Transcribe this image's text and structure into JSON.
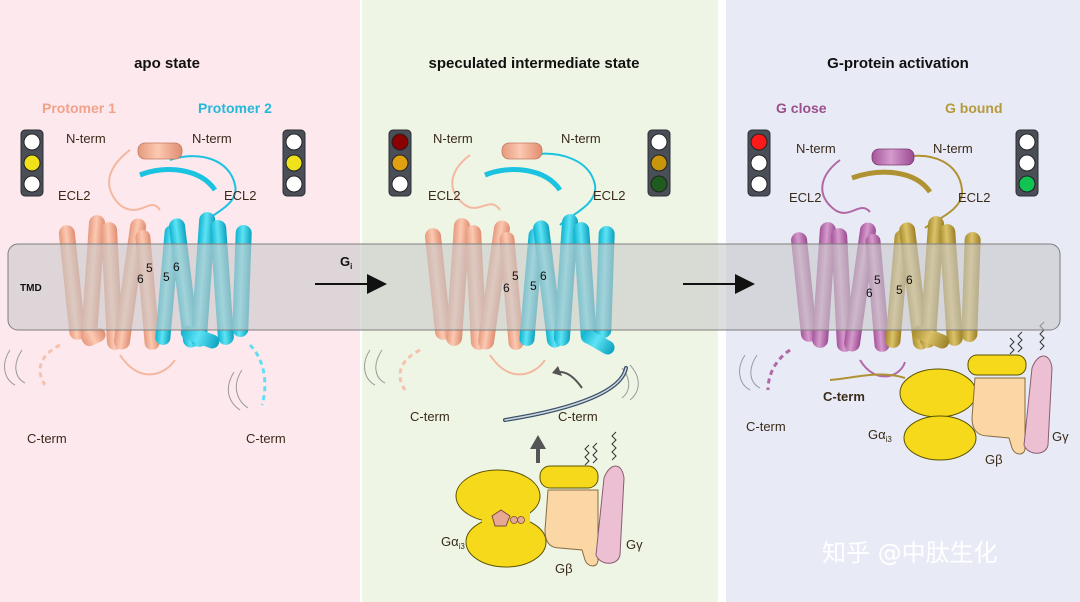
{
  "panels": [
    {
      "title": "apo state",
      "left_heading": "Protomer 1",
      "right_heading": "Protomer 2"
    },
    {
      "title": "speculated intermediate state"
    },
    {
      "title": "G-protein activation",
      "left_heading": "G close",
      "right_heading": "G bound"
    }
  ],
  "labels": {
    "n_term": "N-term",
    "ecl2": "ECL2",
    "c_term": "C-term"
  },
  "membrane": {
    "label": "TMD"
  },
  "helix_numbers": {
    "six": "6",
    "five": "5"
  },
  "transitions": {
    "gi_main": "G",
    "gi_sub": "i"
  },
  "g_protein": {
    "alpha_main": "Gα",
    "alpha_sub": "i3",
    "beta": "Gβ",
    "gamma": "Gγ"
  },
  "traffic_lights": [
    {
      "lamps": [
        "#ffffff",
        "#f0e21a",
        "#ffffff"
      ]
    },
    {
      "lamps": [
        "#ffffff",
        "#f0e21a",
        "#ffffff"
      ]
    },
    {
      "lamps": [
        "#8b0000",
        "#e0a010",
        "#ffffff"
      ]
    },
    {
      "lamps": [
        "#ffffff",
        "#c8960a",
        "#1f5a1f"
      ]
    },
    {
      "lamps": [
        "#ff1a1a",
        "#ffffff",
        "#ffffff"
      ]
    },
    {
      "lamps": [
        "#ffffff",
        "#ffffff",
        "#11c452"
      ]
    }
  ],
  "watermark": "知乎 @中肽生化"
}
